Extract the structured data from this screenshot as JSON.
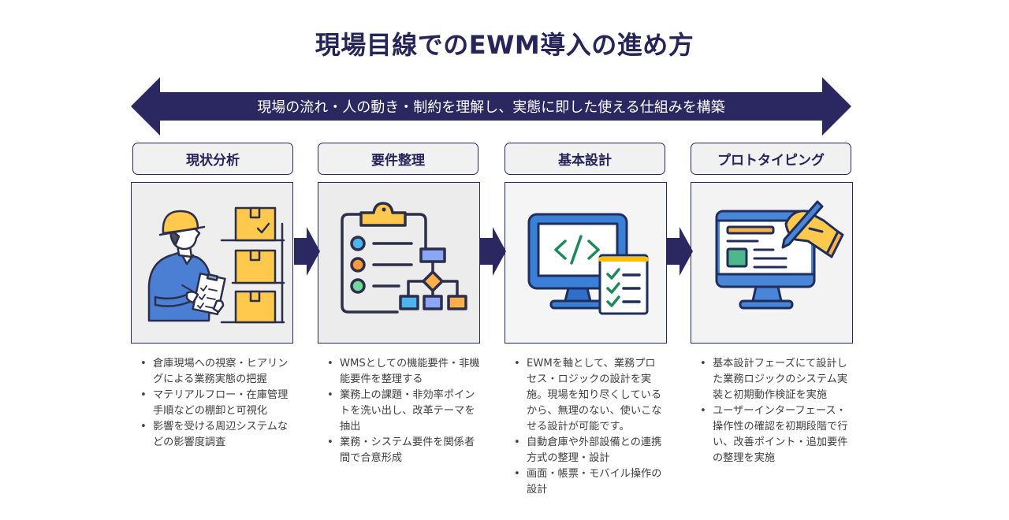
{
  "title": "現場目線でのEWM導入の進め方",
  "banner": {
    "text": "現場の流れ・人の動き・制約を理解し、実態に即した使える仕組みを構築",
    "icon": "double-headed-arrow"
  },
  "colors": {
    "navy": "#2b2760",
    "card_bg": "#efefef",
    "blue": "#4a7fd4",
    "yellow": "#ffc94d",
    "orange": "#f89a3c",
    "green": "#56b98a",
    "text": "#404040"
  },
  "phases": [
    {
      "label": "現状分析",
      "icon": "warehouse-worker-inspection-icon",
      "bullets": [
        "倉庫現場への視察・ヒアリングによる業務実態の把握",
        "マテリアルフロー・在庫管理手順などの棚卸と可視化",
        "影響を受ける周辺システムなどの影響度調査"
      ]
    },
    {
      "label": "要件整理",
      "icon": "clipboard-flowchart-icon",
      "bullets": [
        "WMSとしての機能要件・非機能要件を整理する",
        "業務上の課題・非効率ポイントを洗い出し、改革テーマを抽出",
        "業務・システム要件を関係者間で合意形成"
      ]
    },
    {
      "label": "基本設計",
      "icon": "monitor-code-checklist-icon",
      "bullets": [
        "EWMを軸として、業務プロセス・ロジックの設計を実施。現場を知り尽くしているから、無理のない、使いこなせる設計が可能です。",
        "自動倉庫や外部設備との連携方式の整理・設計",
        "画面・帳票・モバイル操作の設計"
      ]
    },
    {
      "label": "プロトタイピング",
      "icon": "monitor-pen-hand-icon",
      "bullets": [
        "基本設計フェーズにて設計した業務ロジックのシステム実装と初期動作検証を実施",
        "ユーザーインターフェース・操作性の確認を初期段階で行い、改善ポイント・追加要件の整理を実施"
      ]
    }
  ]
}
